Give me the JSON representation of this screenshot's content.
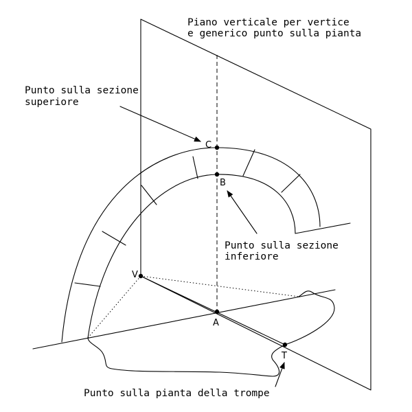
{
  "annotations": {
    "vertical_plane": [
      "Piano verticale per vertice",
      "e generico punto sulla pianta"
    ],
    "upper_section": [
      "Punto sulla sezione",
      "superiore"
    ],
    "lower_section": [
      "Punto sulla sezione",
      "inferiore"
    ],
    "plan_point": [
      "Punto sulla pianta della trompe"
    ]
  },
  "points": {
    "C": "C",
    "B": "B",
    "V": "V",
    "A": "A",
    "T": "T"
  }
}
